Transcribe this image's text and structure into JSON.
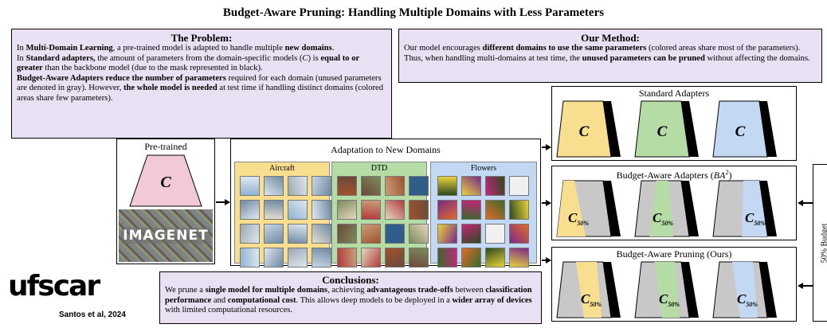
{
  "title": "Budget-Aware Pruning: Handling Multiple Domains with Less Parameters",
  "problem": {
    "heading": "The Problem:",
    "p1_a": "In ",
    "p1_b": "Multi-Domain Learning",
    "p1_c": ", a pre-trained model is adapted to handle multiple ",
    "p1_d": "new domains",
    "p1_e": ".",
    "p2_a": "In ",
    "p2_b": "Standard adapters,",
    "p2_c": " the amount of parameters from the domain-specific models (",
    "p2_d": "C",
    "p2_e": ") is ",
    "p2_f": "equal to or greater",
    "p2_g": " than the backbone model (due to the mask represented in black).",
    "p3_a": "Budget-Aware Adapters reduce the number of parameters",
    "p3_b": " required for each domain (unused parameters are denoted in gray). However, ",
    "p3_c": "the whole model is needed",
    "p3_d": " at test time if handling distinct domains (colored areas share few parameters)."
  },
  "method": {
    "heading": "Our Method:",
    "a": "Our model encourages ",
    "b": "different domains to use the same parameters",
    "c": " (colored areas share most of the parameters). Thus, when handling multi-domains at test time, the ",
    "d": "unused parameters can be pruned",
    "e": " without affecting the domains."
  },
  "conclusions": {
    "heading": "Conclusions:",
    "a": "We prune a ",
    "b": "single model for multiple domains",
    "c": ", achieving ",
    "d": "advantageous trade-offs",
    "e": " between ",
    "f": "classification performance",
    "g": " and ",
    "h": "computational cost",
    "i": ". This allows deep models to be deployed in a ",
    "j": "wider array of devices",
    "k": " with limited computational resources."
  },
  "pretrained": {
    "label": "Pre-trained",
    "model_letter": "C",
    "dataset_logo": "IMAGENET"
  },
  "adaptation": {
    "title": "Adaptation to New Domains",
    "domains": [
      {
        "name": "Aircraft",
        "color": "#f7df8f"
      },
      {
        "name": "DTD",
        "color": "#b4dca4"
      },
      {
        "name": "Flowers",
        "color": "#c3d8f2"
      }
    ]
  },
  "standard": {
    "title": "Standard Adapters",
    "letter": "C"
  },
  "ba2": {
    "title": "Budget-Aware Adapters (",
    "title_italic": "BA",
    "title_sup": "2",
    "title_end": ")",
    "letter": "C",
    "sub": "50%"
  },
  "bap": {
    "title": "Budget-Aware Pruning (Ours)",
    "letter": "C",
    "sub": "50%"
  },
  "budget_label": "50% Budget",
  "credit": "Santos et al, 2024",
  "logo_text": "ufscar",
  "colors": {
    "purple_box": "#e9e0f4",
    "pink": "#f2c9d6",
    "yellow": "#f7df8f",
    "green": "#b4dca4",
    "blue": "#c3d8f2",
    "gray": "#c8c8c8"
  }
}
